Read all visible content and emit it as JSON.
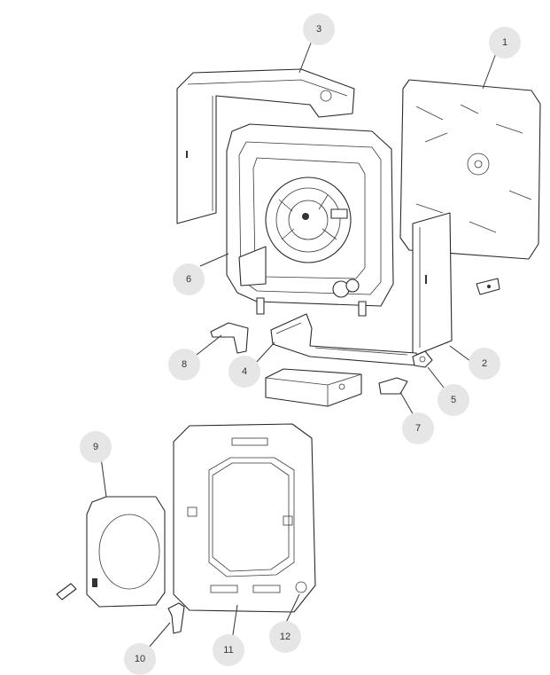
{
  "diagram": {
    "callouts": [
      {
        "id": "1",
        "label": "1"
      },
      {
        "id": "2",
        "label": "2"
      },
      {
        "id": "3",
        "label": "3"
      },
      {
        "id": "4",
        "label": "4"
      },
      {
        "id": "5",
        "label": "5"
      },
      {
        "id": "6",
        "label": "6"
      },
      {
        "id": "7",
        "label": "7"
      },
      {
        "id": "8",
        "label": "8"
      },
      {
        "id": "9",
        "label": "9"
      },
      {
        "id": "10",
        "label": "10"
      },
      {
        "id": "11",
        "label": "11"
      },
      {
        "id": "12",
        "label": "12"
      }
    ],
    "colors": {
      "line": "#2a2a2a",
      "callout_fill": "#e6e6e6",
      "callout_text": "#333333",
      "background": "#ffffff"
    }
  }
}
